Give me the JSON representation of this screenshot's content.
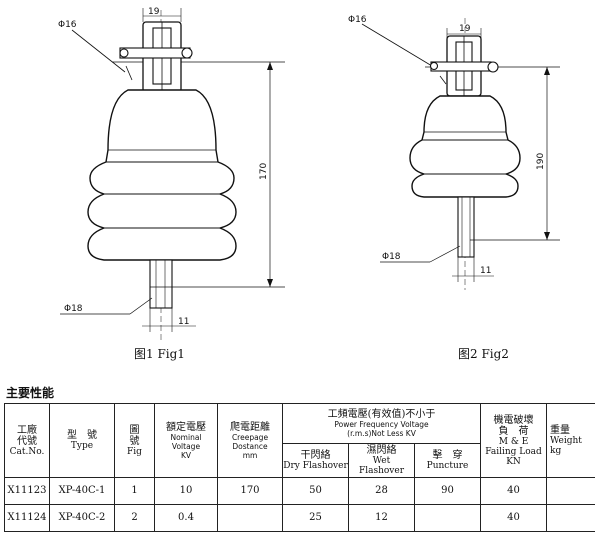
{
  "figure1": {
    "caption": "图1 Fig1",
    "labels": {
      "pin_dia": "Φ16",
      "width": "19",
      "height": "170",
      "shank_dia": "Φ18",
      "shank_width": "11"
    }
  },
  "figure2": {
    "caption": "图2 Fig2",
    "labels": {
      "pin_dia": "Φ16",
      "width": "19",
      "height": "190",
      "shank_dia": "Φ18",
      "shank_width": "11"
    }
  },
  "section_title": "主要性能",
  "table": {
    "headers": {
      "cat_cn1": "工廠",
      "cat_cn2": "代號",
      "cat_en": "Cat.No.",
      "type_cn": "型　號",
      "type_en": "Type",
      "fig_cn1": "圖",
      "fig_cn2": "號",
      "fig_en": "Fig",
      "volt_cn": "額定電壓",
      "volt_en1": "Nominal",
      "volt_en2": "Voltage",
      "volt_unit": "KV",
      "creep_cn": "爬電距離",
      "creep_en1": "Creepage",
      "creep_en2": "Dostance",
      "creep_unit": "mm",
      "pf_cn": "工頻電壓(有效值)不小于",
      "pf_en1": "Power  Frequency  Voltage",
      "pf_en2": "(r.m.s)Not   Less KV",
      "dry_cn": "干閃絡",
      "dry_en": "Dry Flashover",
      "wet_cn": "濕閃絡",
      "wet_en": "Wet Flashover",
      "punc_cn": "擊　穿",
      "punc_en": "Puncture",
      "load_cn1": "機電破壞",
      "load_cn2": "負　荷",
      "load_en1": "M  &  E",
      "load_en2": "Failing Load",
      "load_unit": "KN",
      "weight_cn": "重量",
      "weight_en": "Weight",
      "weight_unit": "kg"
    },
    "rows": [
      {
        "cat": "X11123",
        "type": "XP-40C-1",
        "fig": "1",
        "volt": "10",
        "creep": "170",
        "dry": "50",
        "wet": "28",
        "punc": "90",
        "load": "40",
        "weight": ""
      },
      {
        "cat": "X11124",
        "type": "XP-40C-2",
        "fig": "2",
        "volt": "0.4",
        "creep": "",
        "dry": "25",
        "wet": "12",
        "punc": "",
        "load": "40",
        "weight": ""
      }
    ]
  }
}
